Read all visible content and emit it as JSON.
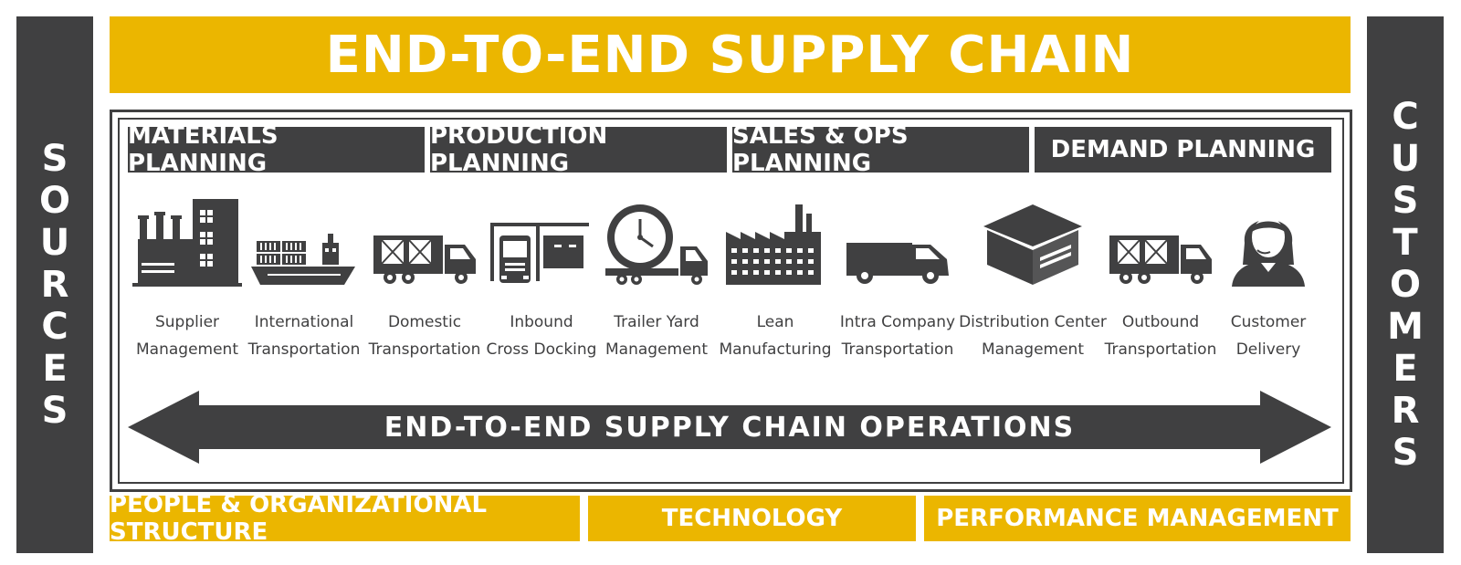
{
  "title": "END-TO-END SUPPLY CHAIN",
  "sources_label": [
    "S",
    "O",
    "U",
    "R",
    "C",
    "E",
    "S"
  ],
  "customers_label": [
    "C",
    "U",
    "S",
    "T",
    "O",
    "M",
    "E",
    "R",
    "S"
  ],
  "planning": [
    "MATERIALS PLANNING",
    "PRODUCTION PLANNING",
    "SALES & OPS PLANNING",
    "DEMAND PLANNING"
  ],
  "steps": [
    {
      "icon": "factory-building-icon",
      "line1": "Supplier",
      "line2": "Management"
    },
    {
      "icon": "cargo-ship-icon",
      "line1": "International",
      "line2": "Transportation"
    },
    {
      "icon": "freight-truck-icon",
      "line1": "Domestic",
      "line2": "Transportation"
    },
    {
      "icon": "loading-dock-truck-icon",
      "line1": "Inbound",
      "line2": "Cross Docking"
    },
    {
      "icon": "clock-trailer-icon",
      "line1": "Trailer Yard",
      "line2": "Management"
    },
    {
      "icon": "manufacturing-plant-icon",
      "line1": "Lean",
      "line2": "Manufacturing"
    },
    {
      "icon": "delivery-van-icon",
      "line1": "Intra Company",
      "line2": "Transportation"
    },
    {
      "icon": "warehouse-icon",
      "line1": "Distribution Center",
      "line2": "Management"
    },
    {
      "icon": "freight-truck-icon",
      "line1": "Outbound",
      "line2": "Transportation"
    },
    {
      "icon": "customer-service-agent-icon",
      "line1": "Customer",
      "line2": "Delivery"
    }
  ],
  "operations_label": "END-TO-END SUPPLY CHAIN OPERATIONS",
  "foundations": [
    "PEOPLE & ORGANIZATIONAL STRUCTURE",
    "TECHNOLOGY",
    "PERFORMANCE MANAGEMENT"
  ],
  "colors": {
    "accent_yellow": "#ebb600",
    "dark_gray": "#404041",
    "white": "#ffffff"
  }
}
